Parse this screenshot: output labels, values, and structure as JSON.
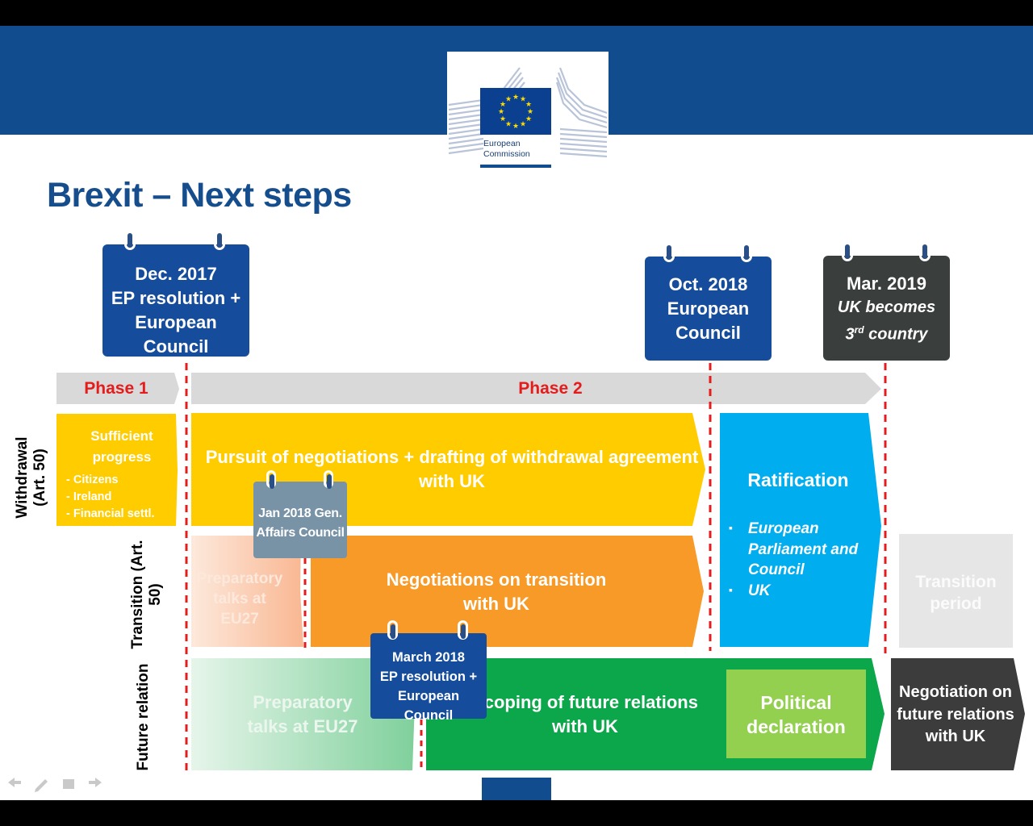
{
  "header": {
    "logo_text_line1": "European",
    "logo_text_line2": "Commission",
    "title": "Brexit – Next steps"
  },
  "colors": {
    "banner": "#114c8e",
    "calendar_blue": "#154c9c",
    "calendar_dark": "#3a3f3e",
    "calendar_grey": "#7892a6",
    "phase_bar": "#d9d9d9",
    "phase_text": "#e41c1c",
    "withdrawal_yellow": "#ffcc00",
    "transition_orange": "#f89a27",
    "ratification_cyan": "#00adef",
    "future_green": "#0ca74a",
    "political_green": "#93d050",
    "negotiation_dark": "#3c3c3c"
  },
  "calendars": {
    "dec2017": {
      "line1": "Dec. 2017",
      "line2": "EP resolution +",
      "line3": "European",
      "line4": "Council"
    },
    "oct2018": {
      "line1": "Oct. 2018",
      "line2": "European",
      "line3": "Council"
    },
    "mar2019": {
      "line1": "Mar. 2019",
      "line2": "UK becomes",
      "line3_pre": "3",
      "line3_sup": "rd",
      "line3_post": " country"
    },
    "jan2018": {
      "line1": "Jan 2018 Gen.",
      "line2": "Affairs Council"
    },
    "march2018": {
      "line1": "March 2018",
      "line2": "EP resolution +",
      "line3": "European",
      "line4": "Council"
    }
  },
  "phases": {
    "phase1": "Phase 1",
    "phase2": "Phase 2"
  },
  "rows": {
    "withdrawal": "Withdrawal (Art. 50)",
    "transition": "Transition (Art. 50)",
    "future": "Future relation"
  },
  "withdrawal": {
    "sufficient_line1": "Sufficient",
    "sufficient_line2": "progress",
    "bullets": [
      "- Citizens",
      "- Ireland",
      "- Financial settl."
    ],
    "pursuit_line1": "Pursuit of negotiations + drafting of withdrawal agreement",
    "pursuit_line2": "with UK"
  },
  "ratification": {
    "title": "Ratification",
    "bullet1_line1": "European",
    "bullet1_line2": "Parliament and",
    "bullet1_line3": "Council",
    "bullet2": "UK"
  },
  "transition": {
    "prep_line1": "Preparatory",
    "prep_line2": "talks at",
    "prep_line3": "EU27",
    "neg_line1": "Negotiations on transition",
    "neg_line2": "with UK",
    "period_line1": "Transition",
    "period_line2": "period"
  },
  "future": {
    "prep_line1": "Preparatory",
    "prep_line2": "talks at EU27",
    "scoping_line1": "Scoping of future relations",
    "scoping_line2": "with UK",
    "political_line1": "Political",
    "political_line2": "declaration",
    "neg_line1": "Negotiation on",
    "neg_line2": "future relations",
    "neg_line3": "with UK"
  }
}
